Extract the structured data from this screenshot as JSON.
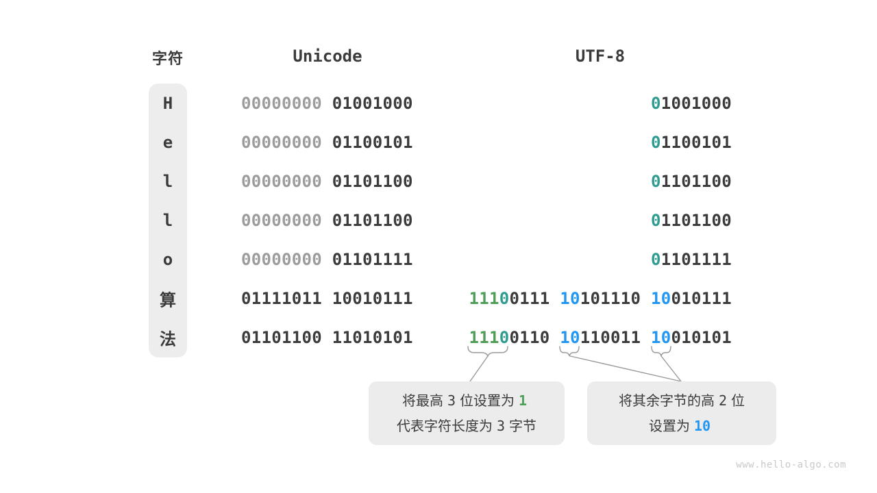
{
  "page": {
    "watermark": "www.hello-algo.com"
  },
  "colors": {
    "dark": "#3b3b3b",
    "gray": "#9c9c9c",
    "green": "#4f9e58",
    "teal": "#2e9d90",
    "blue": "#2196f3",
    "pill_bg": "#ededed",
    "box_bg": "#ececec",
    "line": "#999999",
    "watermark": "#c9c9c9"
  },
  "headers": {
    "char": "字符",
    "unicode": "Unicode",
    "utf8": "UTF-8"
  },
  "rows": [
    {
      "char": "H",
      "unicode": [
        {
          "t": "00000000",
          "c": "gray"
        },
        {
          "t": " 01001000",
          "c": "dark"
        }
      ],
      "utf8": [
        {
          "t": "0",
          "c": "teal"
        },
        {
          "t": "1001000",
          "c": "dark"
        }
      ]
    },
    {
      "char": "e",
      "unicode": [
        {
          "t": "00000000",
          "c": "gray"
        },
        {
          "t": " 01100101",
          "c": "dark"
        }
      ],
      "utf8": [
        {
          "t": "0",
          "c": "teal"
        },
        {
          "t": "1100101",
          "c": "dark"
        }
      ]
    },
    {
      "char": "l",
      "unicode": [
        {
          "t": "00000000",
          "c": "gray"
        },
        {
          "t": " 01101100",
          "c": "dark"
        }
      ],
      "utf8": [
        {
          "t": "0",
          "c": "teal"
        },
        {
          "t": "1101100",
          "c": "dark"
        }
      ]
    },
    {
      "char": "l",
      "unicode": [
        {
          "t": "00000000",
          "c": "gray"
        },
        {
          "t": " 01101100",
          "c": "dark"
        }
      ],
      "utf8": [
        {
          "t": "0",
          "c": "teal"
        },
        {
          "t": "1101100",
          "c": "dark"
        }
      ]
    },
    {
      "char": "o",
      "unicode": [
        {
          "t": "00000000",
          "c": "gray"
        },
        {
          "t": " 01101111",
          "c": "dark"
        }
      ],
      "utf8": [
        {
          "t": "0",
          "c": "teal"
        },
        {
          "t": "1101111",
          "c": "dark"
        }
      ]
    },
    {
      "char": "算",
      "unicode": [
        {
          "t": "01111011 10010111",
          "c": "dark"
        }
      ],
      "utf8": [
        {
          "t": "111",
          "c": "green"
        },
        {
          "t": "0",
          "c": "teal"
        },
        {
          "t": "0111 ",
          "c": "dark"
        },
        {
          "t": "10",
          "c": "blue"
        },
        {
          "t": "101110 ",
          "c": "dark"
        },
        {
          "t": "10",
          "c": "blue"
        },
        {
          "t": "010111",
          "c": "dark"
        }
      ]
    },
    {
      "char": "法",
      "unicode": [
        {
          "t": "01101100 11010101",
          "c": "dark"
        }
      ],
      "utf8": [
        {
          "t": "111",
          "c": "green"
        },
        {
          "t": "0",
          "c": "teal"
        },
        {
          "t": "0110 ",
          "c": "dark"
        },
        {
          "t": "10",
          "c": "blue"
        },
        {
          "t": "110011 ",
          "c": "dark"
        },
        {
          "t": "10",
          "c": "blue"
        },
        {
          "t": "010101",
          "c": "dark"
        }
      ]
    }
  ],
  "callouts": {
    "left": {
      "lines": [
        [
          {
            "t": "将最高"
          },
          {
            "t": "3",
            "c": "num"
          },
          {
            "t": "位设置为"
          },
          {
            "t": "1",
            "c": "green-num"
          }
        ],
        [
          {
            "t": "代表字符长度为"
          },
          {
            "t": "3",
            "c": "num"
          },
          {
            "t": "字节"
          }
        ]
      ]
    },
    "right": {
      "lines": [
        [
          {
            "t": "将其余字节的高"
          },
          {
            "t": "2",
            "c": "num"
          },
          {
            "t": "位"
          }
        ],
        [
          {
            "t": "设置为"
          },
          {
            "t": "10",
            "c": "blue-num"
          }
        ]
      ]
    }
  }
}
